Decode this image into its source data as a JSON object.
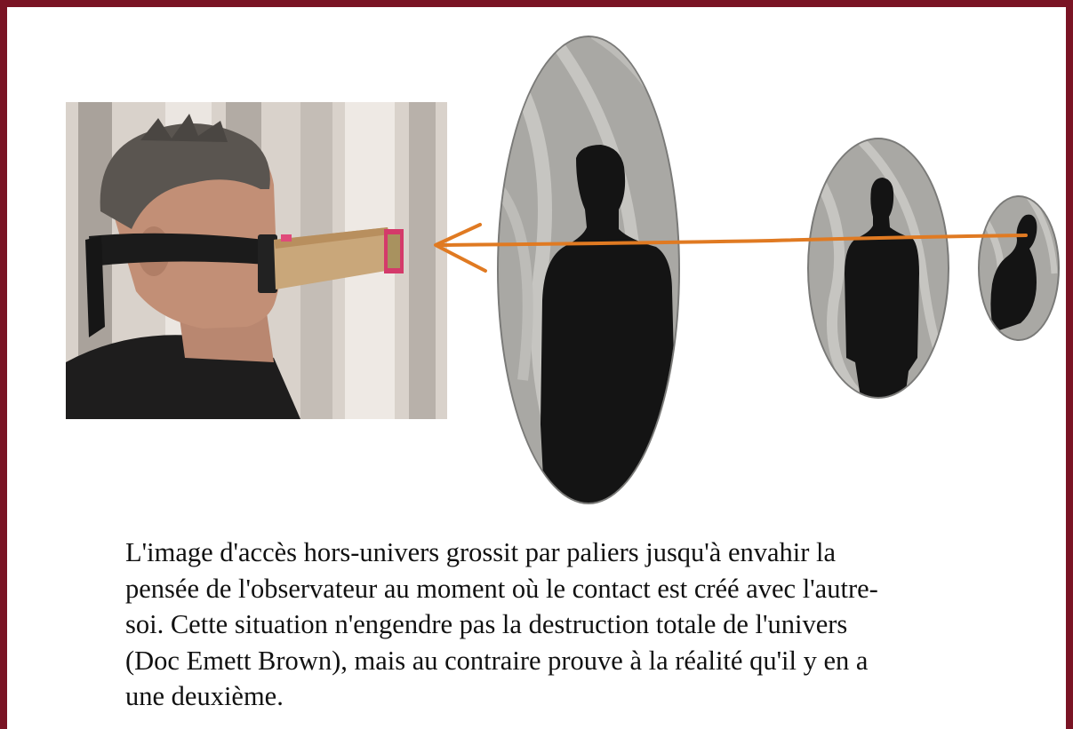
{
  "colors": {
    "border": "#7a1424",
    "arrow": "#e07a22",
    "silhouette": "#141414",
    "oval_bg": "#a7a6a2",
    "wall": "#d8d2cc",
    "strap": "#1a1a1a"
  },
  "caption_lines": [
    "L'image d'accès hors-univers grossit par paliers jusqu'à envahir la",
    "pensée de l'observateur au moment où le contact est créé avec l'autre-",
    "soi. Cette situation n'engendre pas la destruction totale de l'univers",
    "(Doc Emett Brown), mais au contraire prouve à la réalité qu'il y en a",
    "une deuxième."
  ]
}
